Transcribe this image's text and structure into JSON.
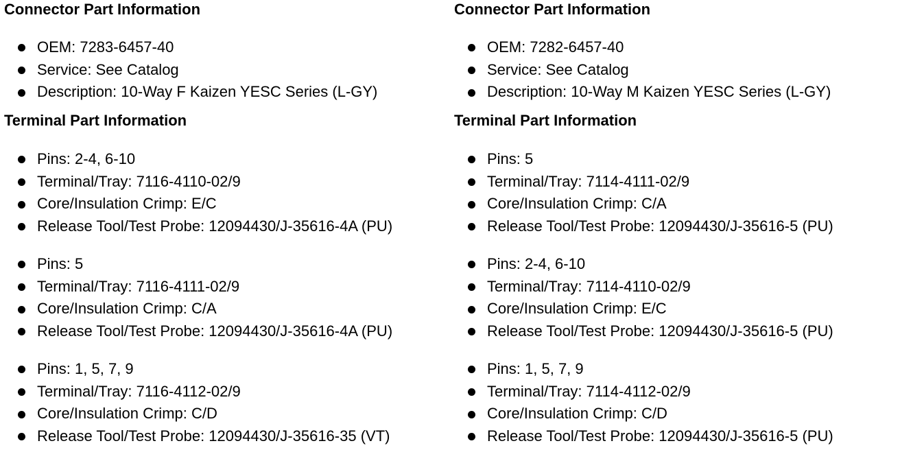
{
  "columns": [
    {
      "connector": {
        "heading": "Connector Part Information",
        "items": [
          "OEM: 7283-6457-40",
          "Service: See Catalog",
          "Description: 10-Way F Kaizen YESC Series (L-GY)"
        ]
      },
      "terminal": {
        "heading": "Terminal Part Information",
        "groups": [
          [
            "Pins: 2-4, 6-10",
            "Terminal/Tray: 7116-4110-02/9",
            "Core/Insulation Crimp: E/C",
            "Release Tool/Test Probe: 12094430/J-35616-4A (PU)"
          ],
          [
            "Pins: 5",
            "Terminal/Tray: 7116-4111-02/9",
            "Core/Insulation Crimp: C/A",
            "Release Tool/Test Probe: 12094430/J-35616-4A (PU)"
          ],
          [
            "Pins: 1, 5, 7, 9",
            "Terminal/Tray: 7116-4112-02/9",
            "Core/Insulation Crimp: C/D",
            "Release Tool/Test Probe: 12094430/J-35616-35 (VT)"
          ]
        ]
      }
    },
    {
      "connector": {
        "heading": "Connector Part Information",
        "items": [
          "OEM: 7282-6457-40",
          "Service: See Catalog",
          "Description: 10-Way M Kaizen YESC Series (L-GY)"
        ]
      },
      "terminal": {
        "heading": "Terminal Part Information",
        "groups": [
          [
            "Pins: 5",
            "Terminal/Tray: 7114-4111-02/9",
            "Core/Insulation Crimp: C/A",
            "Release Tool/Test Probe: 12094430/J-35616-5 (PU)"
          ],
          [
            "Pins: 2-4, 6-10",
            "Terminal/Tray: 7114-4110-02/9",
            "Core/Insulation Crimp: E/C",
            "Release Tool/Test Probe: 12094430/J-35616-5 (PU)"
          ],
          [
            "Pins: 1, 5, 7, 9",
            "Terminal/Tray: 7114-4112-02/9",
            "Core/Insulation Crimp: C/D",
            "Release Tool/Test Probe: 12094430/J-35616-5 (PU)"
          ]
        ]
      }
    }
  ]
}
